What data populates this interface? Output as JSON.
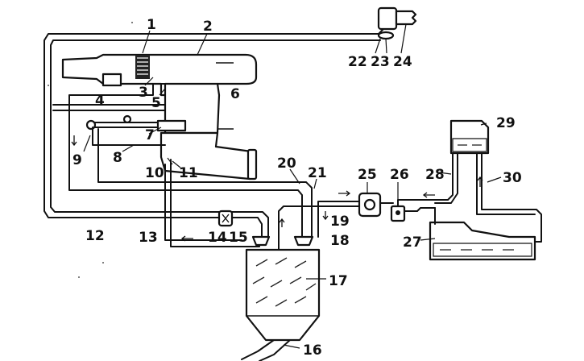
{
  "callouts": [
    {
      "id": "c1",
      "text": "1"
    },
    {
      "id": "c2",
      "text": "2"
    },
    {
      "id": "c3",
      "text": "3"
    },
    {
      "id": "c4",
      "text": "4"
    },
    {
      "id": "c5",
      "text": "5"
    },
    {
      "id": "c6",
      "text": "6"
    },
    {
      "id": "c7",
      "text": "7"
    },
    {
      "id": "c8",
      "text": "8"
    },
    {
      "id": "c9",
      "text": "9"
    },
    {
      "id": "c10",
      "text": "10"
    },
    {
      "id": "c11",
      "text": "11"
    },
    {
      "id": "c12",
      "text": "12"
    },
    {
      "id": "c13",
      "text": "13"
    },
    {
      "id": "c14",
      "text": "14"
    },
    {
      "id": "c15",
      "text": "15"
    },
    {
      "id": "c16",
      "text": "16"
    },
    {
      "id": "c17",
      "text": "17"
    },
    {
      "id": "c18",
      "text": "18"
    },
    {
      "id": "c19",
      "text": "19"
    },
    {
      "id": "c20",
      "text": "20"
    },
    {
      "id": "c21",
      "text": "21"
    },
    {
      "id": "c22",
      "text": "22"
    },
    {
      "id": "c23",
      "text": "23"
    },
    {
      "id": "c24",
      "text": "24"
    },
    {
      "id": "c25",
      "text": "25"
    },
    {
      "id": "c26",
      "text": "26"
    },
    {
      "id": "c27",
      "text": "27"
    },
    {
      "id": "c28",
      "text": "28"
    },
    {
      "id": "c29",
      "text": "29"
    },
    {
      "id": "c30",
      "text": "30"
    }
  ]
}
